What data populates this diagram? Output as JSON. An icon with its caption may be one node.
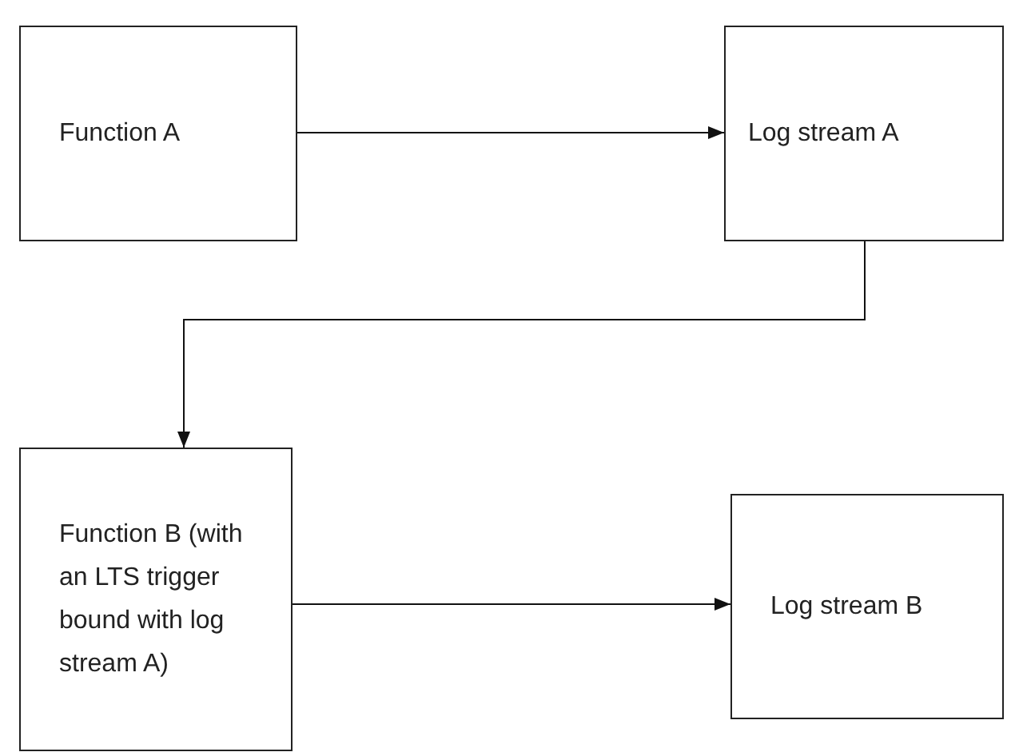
{
  "diagram": {
    "nodes": [
      {
        "text": [
          "Function A"
        ]
      },
      {
        "text": [
          "Log stream A"
        ]
      },
      {
        "text": [
          "Function B (with an LTS trigger bound with log stream A)"
        ]
      },
      {
        "text": [
          "Log stream B"
        ]
      }
    ],
    "edges": [
      {
        "from": 0,
        "to": 1,
        "arrow": "to"
      },
      {
        "from": 1,
        "to": 2,
        "arrow": "to"
      },
      {
        "from": 2,
        "to": 3,
        "arrow": "to"
      }
    ]
  }
}
